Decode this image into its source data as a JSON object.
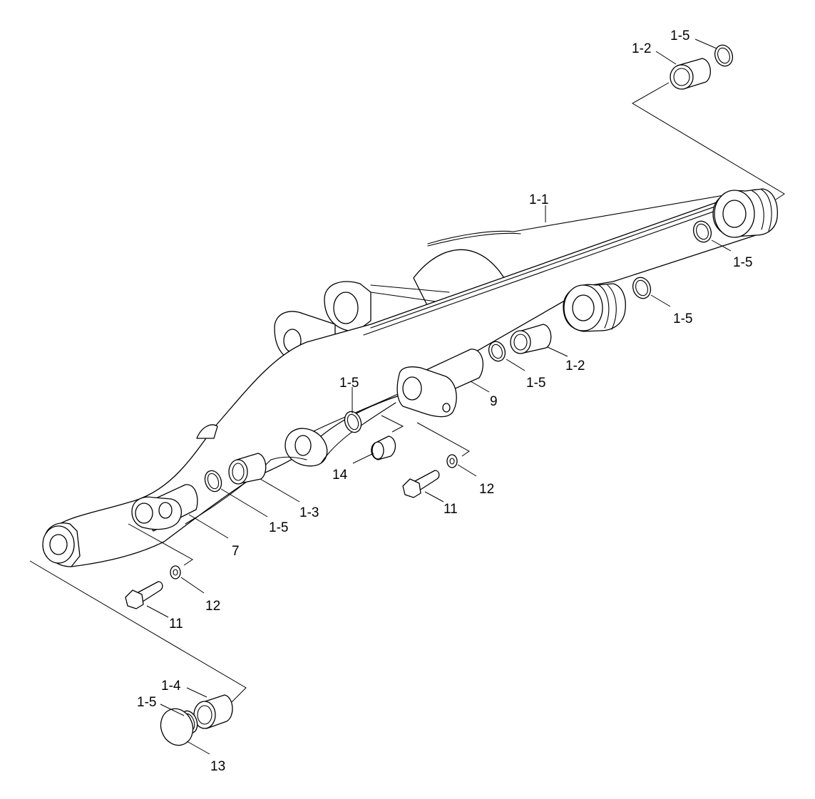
{
  "callouts": {
    "top_ring": "1-5",
    "top_bushing": "1-2",
    "arm": "1-1",
    "right_ring_a": "1-5",
    "right_ring_b": "1-5",
    "mid_ring_a": "1-5",
    "mid_bushing": "1-2",
    "pin_9": "9",
    "center_ring": "1-5",
    "cap_14": "14",
    "washer_right": "12",
    "bolt_right": "11",
    "left_ring": "1-5",
    "left_bushing": "1-3",
    "pin_7": "7",
    "washer_left": "12",
    "bolt_left": "11",
    "bottom_bushing": "1-4",
    "bottom_ring": "1-5",
    "snap_ring": "13"
  }
}
